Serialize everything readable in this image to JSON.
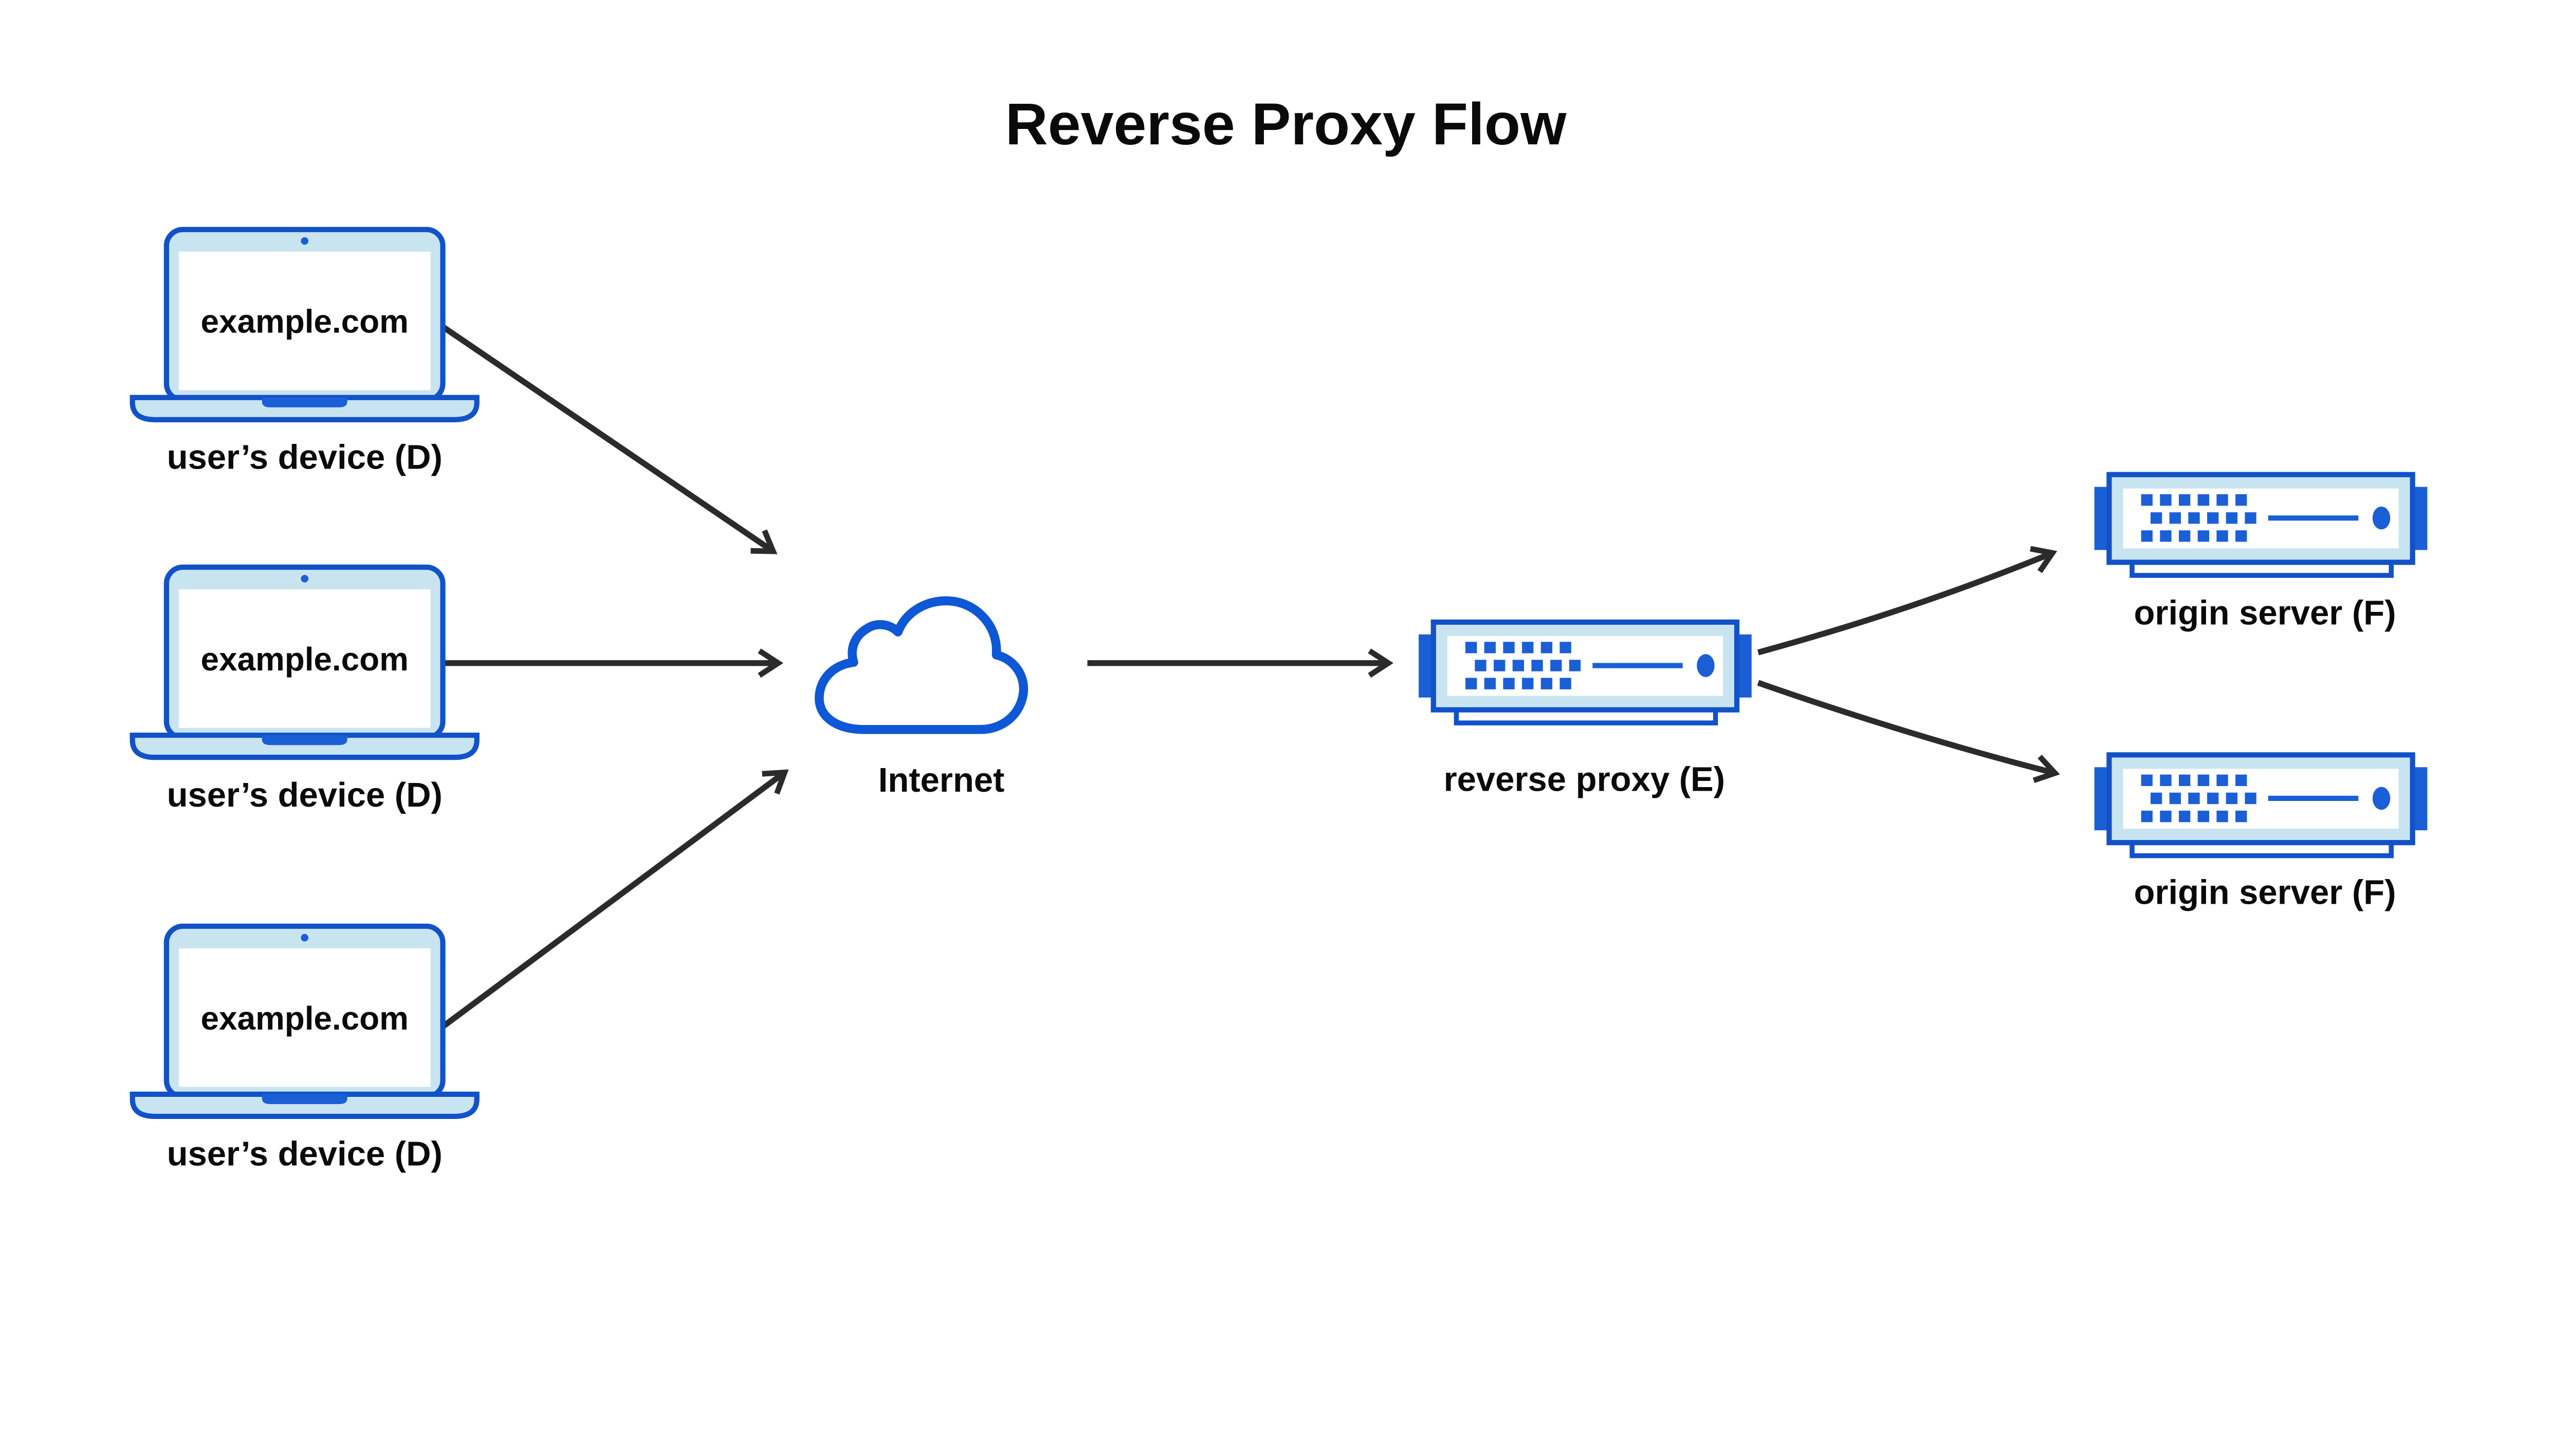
{
  "title": "Reverse Proxy Flow",
  "colors": {
    "outline_blue": "#1252c8",
    "accent_blue": "#1b5fd6",
    "cloud_blue": "#0e57d6",
    "light_blue_fill": "#c9e4f1",
    "arrow_dark": "#2b2b2b",
    "text_black": "#0a0a0a",
    "background": "#ffffff"
  },
  "devices": [
    {
      "screen_text": "example.com",
      "label": "user’s device (D)"
    },
    {
      "screen_text": "example.com",
      "label": "user’s device (D)"
    },
    {
      "screen_text": "example.com",
      "label": "user’s device (D)"
    }
  ],
  "internet": {
    "label": "Internet"
  },
  "reverse_proxy": {
    "label": "reverse proxy (E)"
  },
  "origin_servers": [
    {
      "label": "origin server (F)"
    },
    {
      "label": "origin server (F)"
    }
  ],
  "flow": {
    "edges": [
      {
        "from": "user-device-1",
        "to": "internet"
      },
      {
        "from": "user-device-2",
        "to": "internet"
      },
      {
        "from": "user-device-3",
        "to": "internet"
      },
      {
        "from": "internet",
        "to": "reverse-proxy"
      },
      {
        "from": "reverse-proxy",
        "to": "origin-server-1"
      },
      {
        "from": "reverse-proxy",
        "to": "origin-server-2"
      }
    ]
  }
}
